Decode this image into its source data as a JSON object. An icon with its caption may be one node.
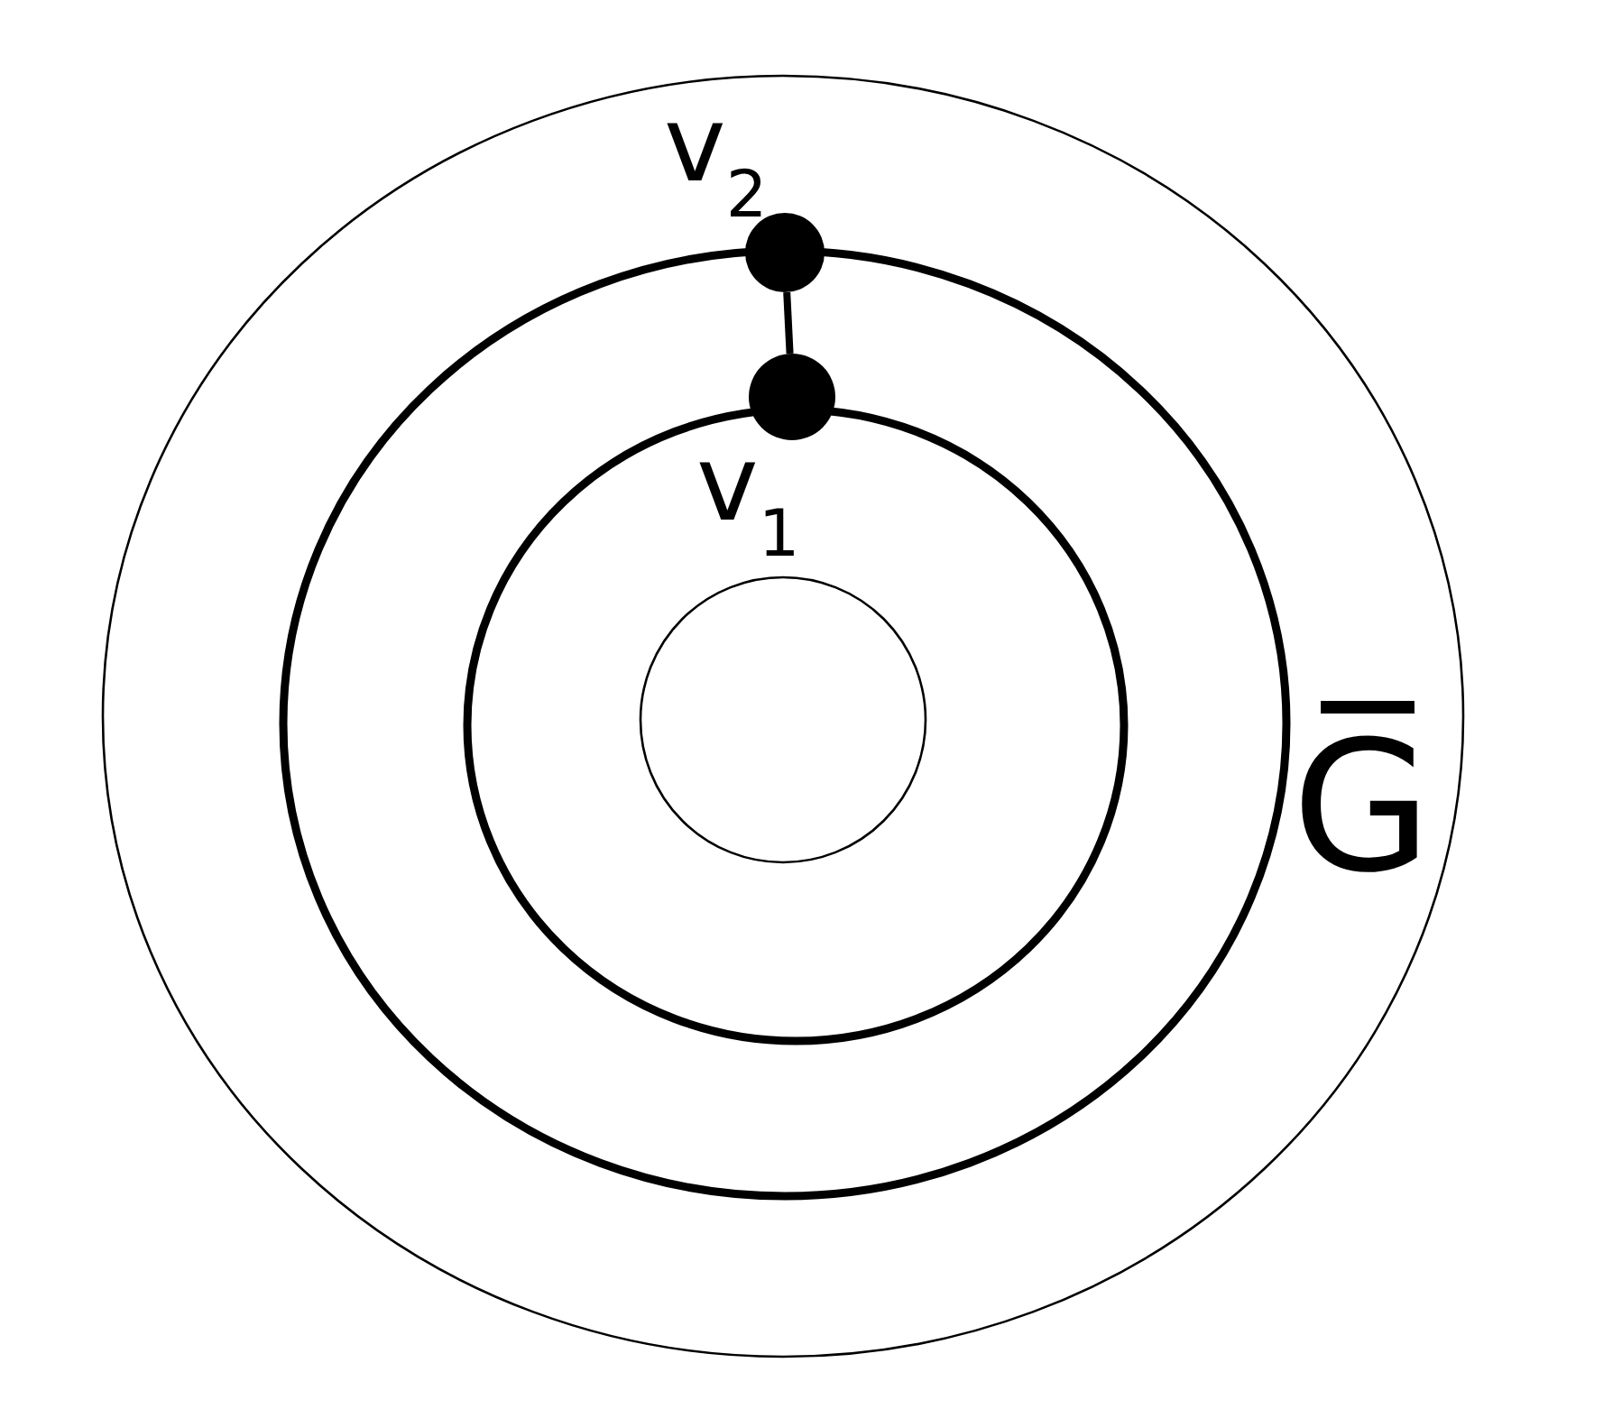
{
  "diagram": {
    "nodes": [
      {
        "text": [],
        "shape": "circle",
        "beside": [
          "v$_{2}$"
        ]
      },
      {
        "text": [],
        "shape": "circle",
        "beside": [
          "v$_{1}$"
        ]
      }
    ],
    "edges": [
      {
        "from": 0,
        "to": 1,
        "arrow": "none"
      }
    ],
    "labels": [
      "G̅"
    ]
  }
}
